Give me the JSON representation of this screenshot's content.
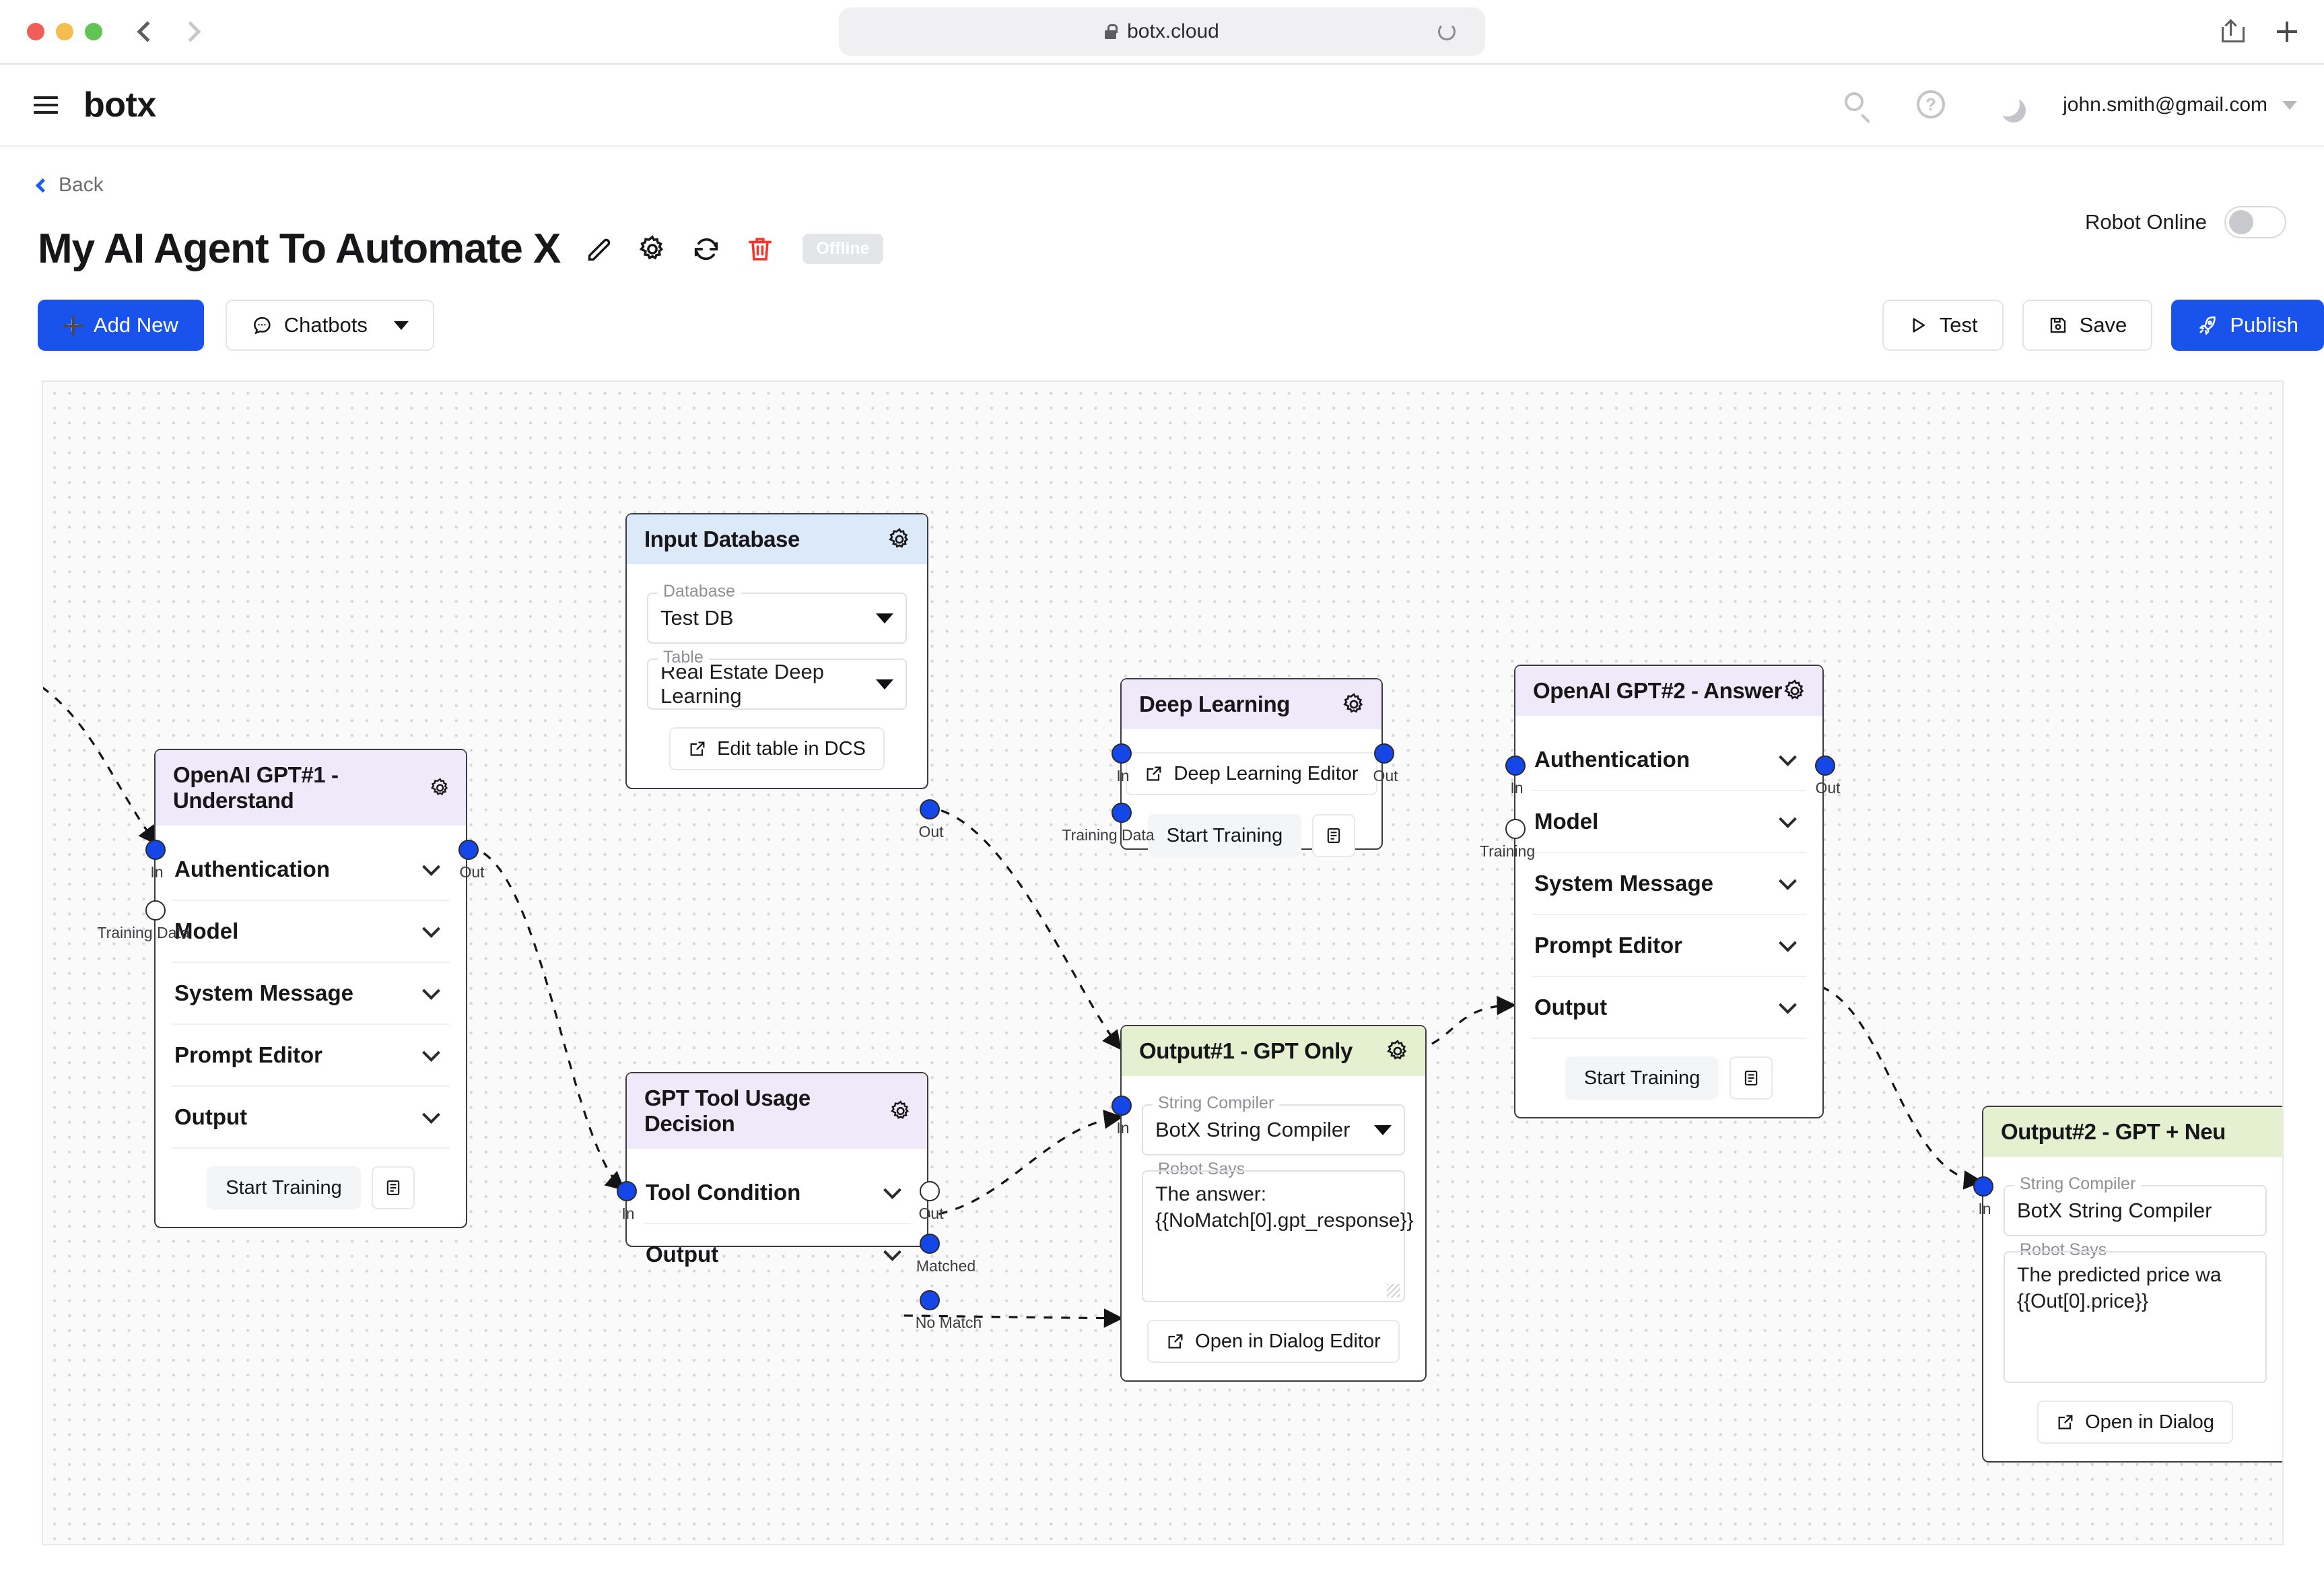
{
  "browser": {
    "url": "botx.cloud",
    "lock_icon": "lock-icon",
    "reload_icon": "reload-icon",
    "back_icon": "chevron-left-icon",
    "forward_icon": "chevron-right-icon",
    "share_icon": "share-icon",
    "new_tab_icon": "plus-icon"
  },
  "header": {
    "brand": "botx",
    "menu_icon": "hamburger-icon",
    "search_icon": "search-icon",
    "help_icon": "help-circle-icon",
    "theme_icon": "moon-icon",
    "user_email": "john.smith@gmail.com",
    "user_caret_icon": "chevron-down-icon"
  },
  "page": {
    "back_label": "Back",
    "title": "My AI Agent To Automate X",
    "edit_icon": "pencil-icon",
    "settings_icon": "gear-icon",
    "refresh_icon": "refresh-icon",
    "delete_icon": "trash-icon",
    "status_badge": "Offline",
    "robot_toggle_label": "Robot Online",
    "robot_toggle_state": "off"
  },
  "toolbar": {
    "add_new_label": "Add New",
    "add_new_icon": "plus-icon",
    "chatbots_label": "Chatbots",
    "chatbots_icon": "chat-bubble-icon",
    "chatbots_caret_icon": "caret-down-icon",
    "test_label": "Test",
    "test_icon": "play-icon",
    "save_label": "Save",
    "save_icon": "floppy-disk-icon",
    "publish_label": "Publish",
    "publish_icon": "rocket-icon"
  },
  "colors": {
    "primary": "#1a53ec",
    "danger": "#f5352a",
    "port": "#1546e8",
    "node_header_blue": "#dce9f8",
    "node_header_purple": "#efe9f9",
    "node_header_green": "#e4f0cf",
    "canvas_bg": "#fafafa"
  },
  "nodes": {
    "input_database": {
      "title": "Input Database",
      "settings_icon": "gear-icon",
      "database_label": "Database",
      "database_value": "Test DB",
      "table_label": "Table",
      "table_value": "Real Estate Deep Learning",
      "edit_button": "Edit table in DCS",
      "edit_button_icon": "external-link-icon",
      "ports": {
        "out": "Out"
      }
    },
    "gpt1": {
      "title": "OpenAI GPT#1 - Understand",
      "settings_icon": "gear-icon",
      "sections": [
        "Authentication",
        "Model",
        "System Message",
        "Prompt Editor",
        "Output"
      ],
      "train_button": "Start Training",
      "log_button_icon": "document-icon",
      "ports": {
        "in": "In",
        "training_data": "Training Data",
        "out": "Out"
      }
    },
    "gpt_tool_decision": {
      "title": "GPT Tool Usage Decision",
      "settings_icon": "gear-icon",
      "sections": [
        "Tool Condition",
        "Output"
      ],
      "ports": {
        "in": "In",
        "out": "Out",
        "matched": "Matched",
        "no_match": "No Match"
      }
    },
    "deep_learning": {
      "title": "Deep Learning",
      "settings_icon": "gear-icon",
      "editor_button": "Deep Learning Editor",
      "editor_button_icon": "external-link-icon",
      "train_button": "Start Training",
      "log_button_icon": "document-icon",
      "ports": {
        "in": "In",
        "training_data": "Training Data",
        "out": "Out"
      }
    },
    "gpt2": {
      "title": "OpenAI GPT#2 - Answer",
      "settings_icon": "gear-icon",
      "sections": [
        "Authentication",
        "Model",
        "System Message",
        "Prompt Editor",
        "Output"
      ],
      "train_button": "Start Training",
      "log_button_icon": "document-icon",
      "ports": {
        "in": "In",
        "training": "Training",
        "out": "Out"
      }
    },
    "output1": {
      "title": "Output#1 - GPT Only",
      "settings_icon": "gear-icon",
      "compiler_label": "String Compiler",
      "compiler_value": "BotX String Compiler",
      "says_label": "Robot Says",
      "says_value": "The answer: {{NoMatch[0].gpt_response}}",
      "dialog_button": "Open in Dialog Editor",
      "dialog_button_icon": "external-link-icon",
      "ports": {
        "in": "In"
      }
    },
    "output2": {
      "title": "Output#2 - GPT + Neu",
      "settings_icon": "gear-icon",
      "compiler_label": "String Compiler",
      "compiler_value": "BotX String Compiler",
      "says_label": "Robot Says",
      "says_value": "The predicted price wa {{Out[0].price}}",
      "dialog_button": "Open in Dialog",
      "dialog_button_icon": "external-link-icon",
      "ports": {
        "in": "In"
      }
    }
  }
}
